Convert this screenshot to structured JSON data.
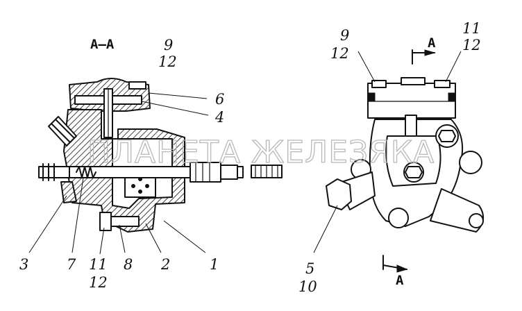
{
  "section_label": "A–A",
  "view_arrow_label": "A",
  "watermark": "ПЛАНЕТА ЖЕЛЕЗЯКА",
  "callouts": {
    "c1": "1",
    "c2": "2",
    "c3": "3",
    "c4": "4",
    "c5": "5",
    "c6": "6",
    "c7": "7",
    "c8": "8",
    "c9": "9",
    "c10": "10",
    "c11": "11",
    "c12": "12"
  }
}
